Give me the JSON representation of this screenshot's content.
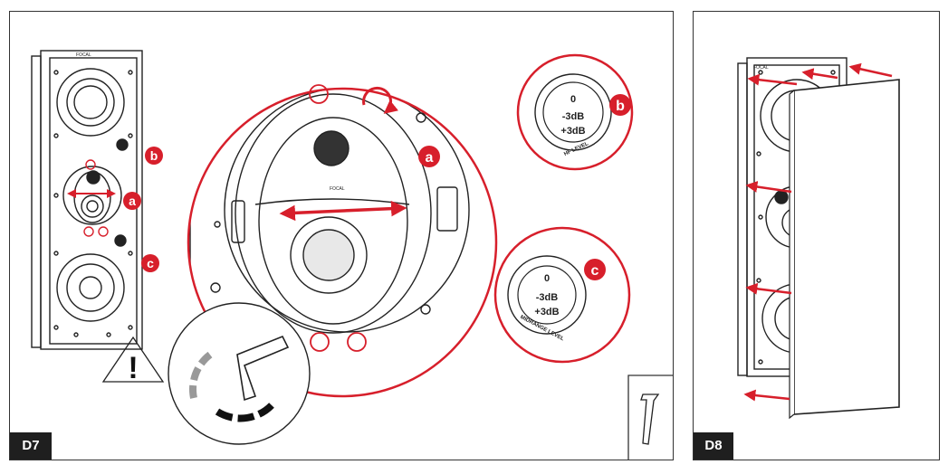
{
  "panels": {
    "d7": {
      "tag": "D7"
    },
    "d8": {
      "tag": "D8"
    }
  },
  "brand": "FOCAL",
  "callouts": {
    "a": "a",
    "b": "b",
    "c": "c"
  },
  "dials": {
    "hf": {
      "minus": "-3dB",
      "plus": "+3dB",
      "zero": "0",
      "caption": "HF LEVEL"
    },
    "mid": {
      "minus": "-3dB",
      "plus": "+3dB",
      "zero": "0",
      "caption": "MIDRANGE LEVEL"
    }
  },
  "warning": "!",
  "colors": {
    "accent": "#d71f2b",
    "ink": "#222222",
    "tag_bg": "#1f1f1f"
  }
}
